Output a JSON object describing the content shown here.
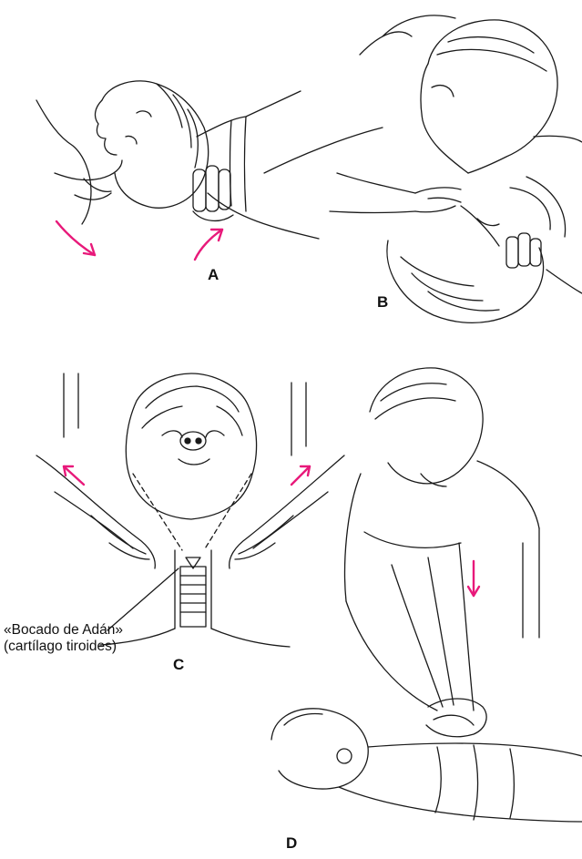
{
  "figure": {
    "panel_labels": {
      "a": "A",
      "b": "B",
      "c": "C",
      "d": "D"
    },
    "callout": {
      "line1": "«Bocado de Adán»",
      "line2": "(cartílago tiroides)"
    },
    "arrow_color": "#e8197a",
    "line_color": "#1a1a1a"
  }
}
